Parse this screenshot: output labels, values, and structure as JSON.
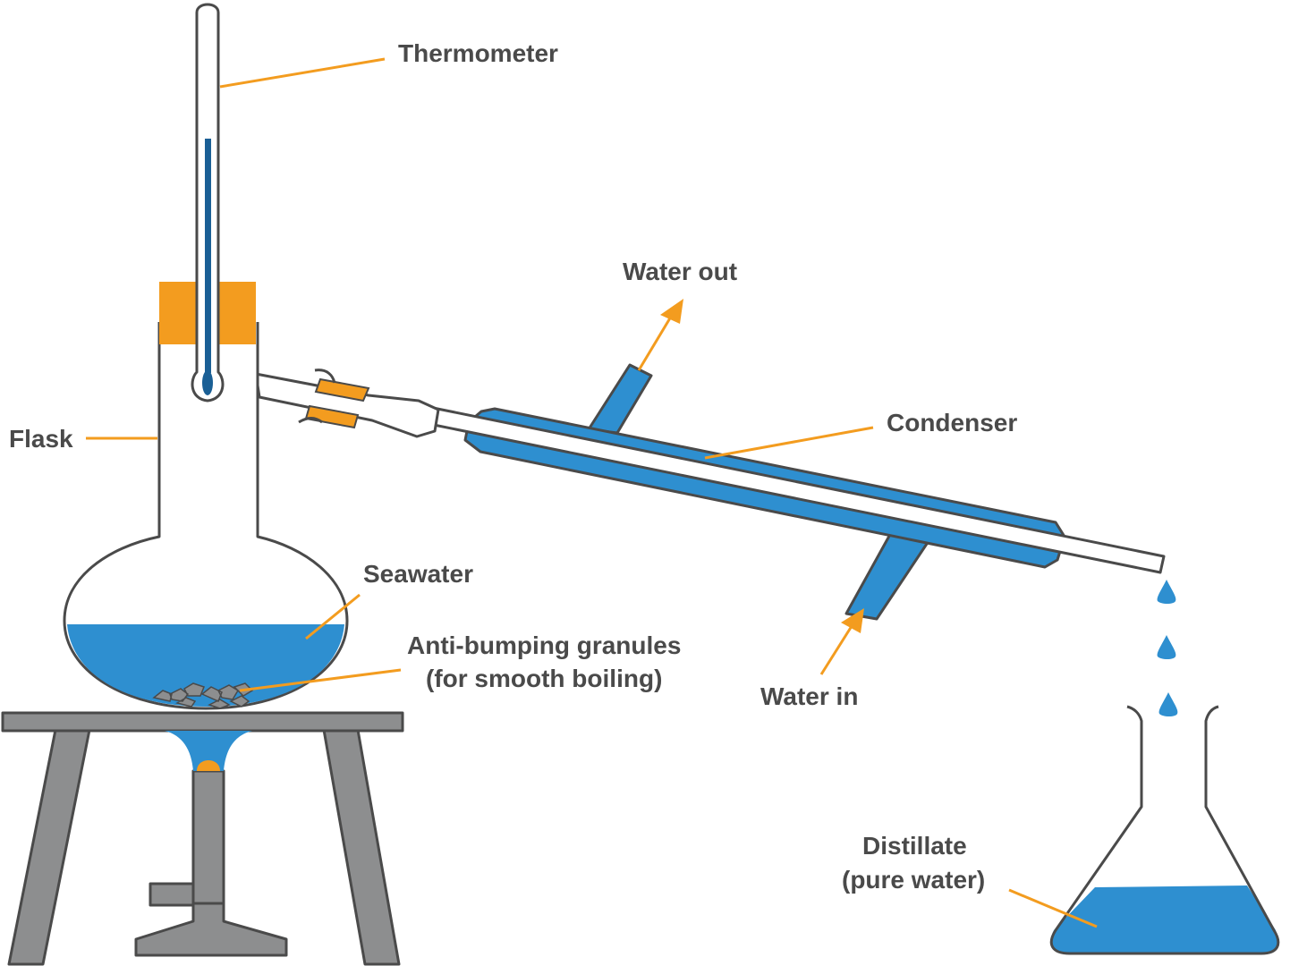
{
  "labels": {
    "thermometer": "Thermometer",
    "flask": "Flask",
    "water_out": "Water out",
    "condenser": "Condenser",
    "seawater": "Seawater",
    "granules_line1": "Anti-bumping granules",
    "granules_line2": "(for smooth boiling)",
    "water_in": "Water in",
    "distillate_line1": "Distillate",
    "distillate_line2": "(pure water)"
  },
  "colors": {
    "water": "#2e8fd0",
    "orange": "#f39c1f",
    "outline": "#4a4a4a",
    "metal": "#8d8e8f",
    "mercury": "#1a5f95"
  }
}
